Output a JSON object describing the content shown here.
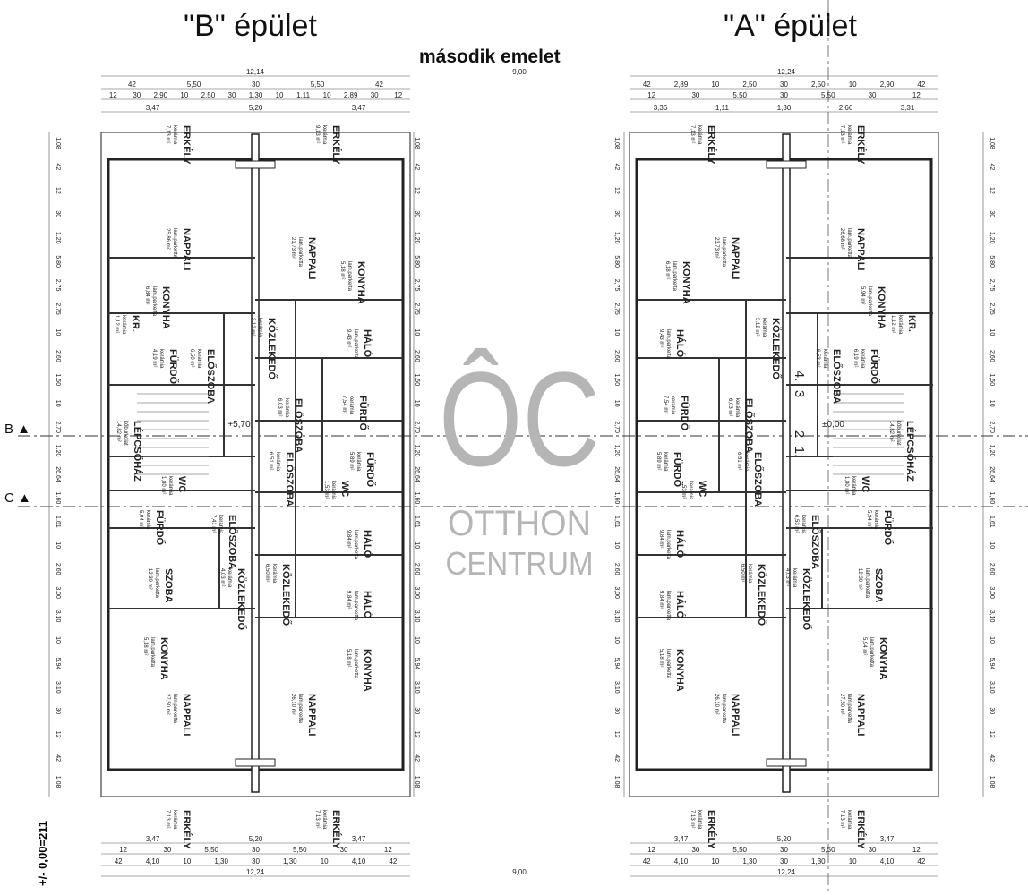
{
  "header": {
    "building_b_title": "\"B\" épület",
    "building_a_title": "\"A\" épület",
    "floor_title": "második emelet"
  },
  "axes": {
    "b": "B",
    "c": "C"
  },
  "elevation_note": "+/- 0,00=211",
  "logo": {
    "letters": "ÔC",
    "line1": "OTTHON",
    "line2": "CENTRUM"
  },
  "building_b": {
    "level_mark": "+5,70",
    "rooms": [
      {
        "name": "ERKÉLY",
        "finish": "kerámia",
        "area": "7,13 m²"
      },
      {
        "name": "ERKÉLY",
        "finish": "kerámia",
        "area": "9,13 m²"
      },
      {
        "name": "NAPPALI",
        "finish": "lam.parketta",
        "area": "25,86 m²"
      },
      {
        "name": "KONYHA",
        "finish": "lam.parketta",
        "area": "6,84 m²"
      },
      {
        "name": "KR.",
        "finish": "kerámia",
        "area": "1,12 m²"
      },
      {
        "name": "FÜRDŐ",
        "finish": "kerámia",
        "area": "4,19 m²"
      },
      {
        "name": "ELŐSZOBA",
        "finish": "kerámia",
        "area": "6,50 m²"
      },
      {
        "name": "LÉPCSŐHÁZ",
        "finish": "kőburkolat",
        "area": "14,82 m²"
      },
      {
        "name": "WC",
        "finish": "kerámia",
        "area": "1,80 m²"
      },
      {
        "name": "FÜRDŐ",
        "finish": "kerámia",
        "area": "5,94 m²"
      },
      {
        "name": "ELŐSZOBA",
        "finish": "kerámia",
        "area": "7,41 m²"
      },
      {
        "name": "SZOBA",
        "finish": "lam.parketta",
        "area": "12,30 m²"
      },
      {
        "name": "KÖZLEKEDŐ",
        "finish": "kerámia",
        "area": "4,03 m²"
      },
      {
        "name": "KONYHA",
        "finish": "lam.parketta",
        "area": "5,18 m²"
      },
      {
        "name": "NAPPALI",
        "finish": "lam.parketta",
        "area": "27,50 m²"
      },
      {
        "name": "NAPPALI",
        "finish": "lam.parketta",
        "area": "21,73 m²"
      },
      {
        "name": "KONYHA",
        "finish": "lam.parketta",
        "area": "5,18 m²"
      },
      {
        "name": "KÖZLEKEDŐ",
        "finish": "kerámia",
        "area": "3,12 m²"
      },
      {
        "name": "HÁLÓ",
        "finish": "lam.parketta",
        "area": "9,43 m²"
      },
      {
        "name": "ELŐSZOBA",
        "finish": "kerámia",
        "area": "6,03 m²"
      },
      {
        "name": "FÜRDŐ",
        "finish": "kerámia",
        "area": "7,54 m²"
      },
      {
        "name": "ELŐSZOBA",
        "finish": "kerámia",
        "area": "6,51 m²"
      },
      {
        "name": "FÜRDŐ",
        "finish": "kerámia",
        "area": "5,89 m²"
      },
      {
        "name": "WC",
        "finish": "kerámia",
        "area": "1,53 m²"
      },
      {
        "name": "HÁLÓ",
        "finish": "lam.parketta",
        "area": "9,84 m²"
      },
      {
        "name": "KÖZLEKEDŐ",
        "finish": "kerámia",
        "area": "6,50 m²"
      },
      {
        "name": "HÁLÓ",
        "finish": "lam.parketta",
        "area": "9,84 m²"
      },
      {
        "name": "KONYHA",
        "finish": "lam.parketta",
        "area": "5,18 m²"
      },
      {
        "name": "NAPPALI",
        "finish": "lam.parketta",
        "area": "26,10 m²"
      },
      {
        "name": "ERKÉLY",
        "finish": "kerámia",
        "area": "7,13 m²"
      },
      {
        "name": "ERKÉLY",
        "finish": "kerámia",
        "area": "7,13 m²"
      }
    ],
    "dims_top": [
      [
        "12,14"
      ],
      [
        "42",
        "5,50",
        "30",
        "5,50",
        "42"
      ],
      [
        "12",
        "30",
        "2,90",
        "10",
        "2,50",
        "30",
        "1,30",
        "10",
        "1,11",
        "10",
        "2,89",
        "30",
        "12"
      ],
      [
        "3,47",
        "5,20",
        "3,47"
      ]
    ],
    "dims_bottom": [
      [
        "3,47",
        "5,20",
        "3,47"
      ],
      [
        "12",
        "30",
        "5,50",
        "30",
        "5,50",
        "30",
        "12"
      ],
      [
        "42",
        "4,10",
        "10",
        "1,30",
        "30",
        "1,30",
        "10",
        "4,10",
        "42"
      ],
      [
        "12,24"
      ]
    ],
    "dims_side": [
      "1,08",
      "42",
      "12",
      "30",
      "1,20",
      "5,80",
      "2,75",
      "2,75",
      "10",
      "2,60",
      "1,50",
      "10",
      "2,70",
      "1,20",
      "26,64",
      "1,60",
      "1,61",
      "10",
      "2,60",
      "3,00",
      "3,10",
      "10",
      "5,94",
      "3,10",
      "30",
      "12",
      "42",
      "1,08"
    ]
  },
  "building_a": {
    "level_mark": "±0,00",
    "stair_numbers": [
      "1.",
      "2",
      "3",
      "4."
    ],
    "rooms": [
      {
        "name": "ERKÉLY",
        "finish": "kerámia",
        "area": "7,13 m²"
      },
      {
        "name": "ERKÉLY",
        "finish": "kerámia",
        "area": "7,13 m²"
      },
      {
        "name": "NAPPALI",
        "finish": "lam.parketta",
        "area": "26,68 m²"
      },
      {
        "name": "KONYHA",
        "finish": "lam.parketta",
        "area": "5,94 m²"
      },
      {
        "name": "KR.",
        "finish": "kerámia",
        "area": "1,12 m²"
      },
      {
        "name": "FÜRDŐ",
        "finish": "kerámia",
        "area": "6,19 m²"
      },
      {
        "name": "ELŐSZOBA",
        "finish": "kerámia",
        "area": "6,53 m²"
      },
      {
        "name": "LÉPCSŐHÁZ",
        "finish": "kőburkolat",
        "area": "14,82 m²"
      },
      {
        "name": "WC",
        "finish": "kerámia",
        "area": "1,80 m²"
      },
      {
        "name": "FÜRDŐ",
        "finish": "kerámia",
        "area": "5,94 m²"
      },
      {
        "name": "ELŐSZOBA",
        "finish": "kerámia",
        "area": "6,53 m²"
      },
      {
        "name": "SZOBA",
        "finish": "lam.parketta",
        "area": "12,30 m²"
      },
      {
        "name": "KÖZLEKEDŐ",
        "finish": "kerámia",
        "area": "4,03 m²"
      },
      {
        "name": "KONYHA",
        "finish": "lam.parketta",
        "area": "5,94 m²"
      },
      {
        "name": "NAPPALI",
        "finish": "lam.parketta",
        "area": "27,50 m²"
      },
      {
        "name": "NAPPALI",
        "finish": "lam.parketta",
        "area": "23,73 m²"
      },
      {
        "name": "KONYHA",
        "finish": "lam.parketta",
        "area": "6,18 m²"
      },
      {
        "name": "KÖZLEKEDŐ",
        "finish": "kerámia",
        "area": "3,12 m²"
      },
      {
        "name": "HÁLÓ",
        "finish": "lam.parketta",
        "area": "9,43 m²"
      },
      {
        "name": "ELŐSZOBA",
        "finish": "kerámia",
        "area": "6,03 m²"
      },
      {
        "name": "FÜRDŐ",
        "finish": "kerámia",
        "area": "7,54 m²"
      },
      {
        "name": "ELŐSZOBA",
        "finish": "kerámia",
        "area": "6,51 m²"
      },
      {
        "name": "FÜRDŐ",
        "finish": "kerámia",
        "area": "5,89 m²"
      },
      {
        "name": "WC",
        "finish": "kerámia",
        "area": "1,53 m²"
      },
      {
        "name": "HÁLÓ",
        "finish": "lam.parketta",
        "area": "9,84 m²"
      },
      {
        "name": "KÖZLEKEDŐ",
        "finish": "kerámia",
        "area": "6,50 m²"
      },
      {
        "name": "HÁLÓ",
        "finish": "lam.parketta",
        "area": "9,84 m²"
      },
      {
        "name": "KONYHA",
        "finish": "lam.parketta",
        "area": "5,18 m²"
      },
      {
        "name": "NAPPALI",
        "finish": "lam.parketta",
        "area": "26,10 m²"
      },
      {
        "name": "ERKÉLY",
        "finish": "kerámia",
        "area": "7,13 m²"
      },
      {
        "name": "ERKÉLY",
        "finish": "kerámia",
        "area": "7,13 m²"
      }
    ],
    "dims_top": [
      [
        "12,24"
      ],
      [
        "42",
        "2,89",
        "10",
        "2,50",
        "30",
        "2,50",
        "10",
        "2,90",
        "42"
      ],
      [
        "12",
        "30",
        "5,50",
        "30",
        "5,50",
        "30",
        "12"
      ],
      [
        "3,36",
        "1,11",
        "1,30",
        "2,66",
        "3,31"
      ]
    ],
    "dims_bottom": [
      [
        "3,47",
        "5,20",
        "3,47"
      ],
      [
        "12",
        "30",
        "5,50",
        "30",
        "5,50",
        "30",
        "12"
      ],
      [
        "42",
        "4,10",
        "10",
        "1,30",
        "30",
        "1,30",
        "10",
        "4,10",
        "42"
      ],
      [
        "12,24"
      ]
    ],
    "dims_side": [
      "1,08",
      "42",
      "12",
      "30",
      "1,20",
      "5,80",
      "2,75",
      "2,75",
      "10",
      "2,60",
      "1,50",
      "10",
      "2,70",
      "1,20",
      "26,64",
      "1,60",
      "1,61",
      "10",
      "2,60",
      "3,00",
      "3,10",
      "10",
      "5,94",
      "3,10",
      "30",
      "12",
      "42",
      "1,08"
    ]
  },
  "between": {
    "gap_top": "9,00",
    "gap_bottom": "9,00"
  }
}
